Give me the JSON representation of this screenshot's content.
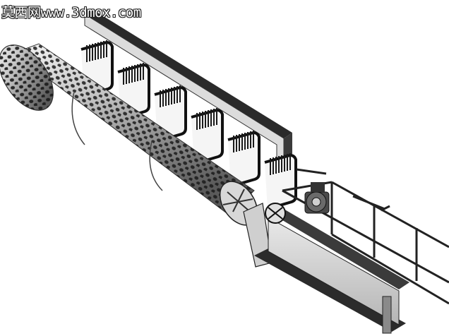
{
  "watermark": {
    "text": "莫西网www.3dmox.com"
  },
  "scene": {
    "subject": "perforated rotary drum screen machine with heater panels, motor drive and steel frame",
    "colors": {
      "background": "#ffffff",
      "steel": "#9a9a9a",
      "dark": "#1e1e1e",
      "highlight": "#f2f2f2"
    },
    "heater_panel_count": 6,
    "drum_sections": 3
  }
}
